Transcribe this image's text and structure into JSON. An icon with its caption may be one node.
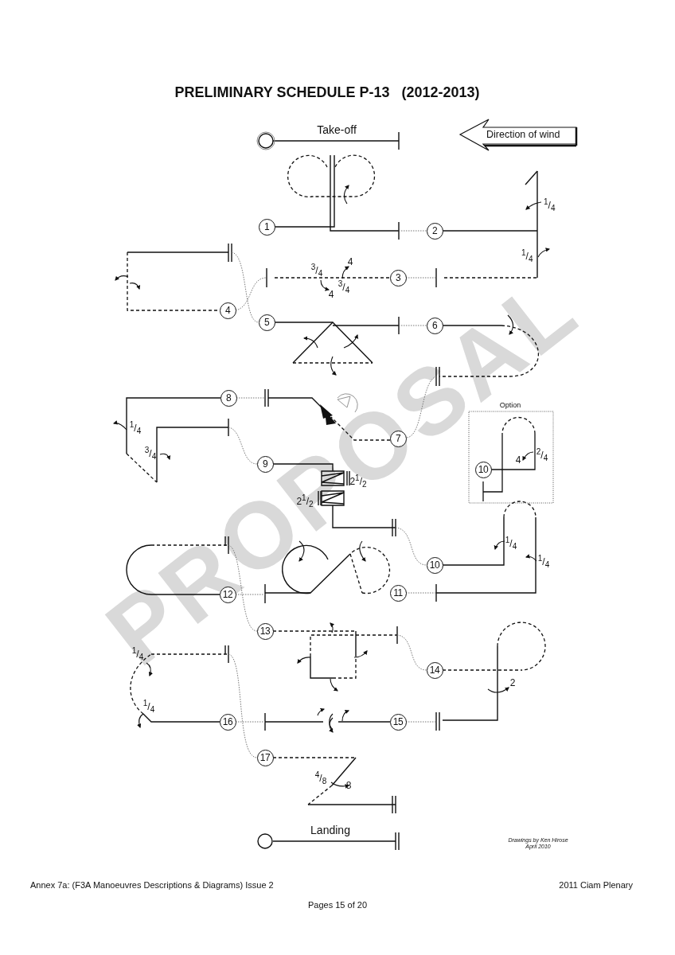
{
  "diagram": {
    "title": "PRELIMINARY SCHEDULE P-13   (2012-2013)",
    "nodes": [
      {
        "text": [
          "Direction of wind"
        ]
      },
      {
        "text": [
          "1"
        ]
      },
      {
        "text": [
          "2"
        ]
      },
      {
        "text": [
          "3"
        ]
      },
      {
        "text": [
          "4"
        ]
      },
      {
        "text": [
          "5"
        ]
      },
      {
        "text": [
          "6"
        ]
      },
      {
        "text": [
          "8"
        ]
      },
      {
        "text": [
          "10"
        ]
      },
      {
        "text": [
          "7"
        ]
      },
      {
        "text": [
          "9"
        ]
      },
      {
        "text": [
          "10"
        ]
      },
      {
        "text": [
          "11"
        ]
      },
      {
        "text": [
          "12"
        ]
      },
      {
        "text": [
          "13"
        ]
      },
      {
        "text": [
          "14"
        ]
      },
      {
        "text": [
          "16"
        ]
      },
      {
        "text": [
          "15"
        ]
      },
      {
        "text": [
          "17"
        ]
      }
    ],
    "labels": [
      "Take-off",
      "$^{1}$/$_{4}$",
      "$^{1}$/$_{4}$",
      "$^{3}$/$_{4}$",
      "4",
      "$^{3}$/$_{4}$",
      "4",
      "$^{1}$/$_{4}$",
      "$^{3}$/$_{4}$",
      "$^{2}$/$_{4}$",
      "4",
      "2$^{1}$/$_{2}$",
      "2$^{1}$/$_{2}$",
      "$^{1}$/$_{4}$",
      "$^{1}$/$_{4}$",
      "$^{1}$/$_{4}$",
      "2",
      "$^{1}$/$_{4}$",
      "$^{4}$/$_{8}$",
      "8",
      "Landing",
      "Drawings by Ken Hirose April 2010",
      "PROPOSAL",
      "Annex 7a: (F3A Manoeuvres Descriptions & Diagrams) Issue 2",
      "2011 Ciam Plenary",
      "Pages 15 of 20",
      "Option"
    ]
  }
}
